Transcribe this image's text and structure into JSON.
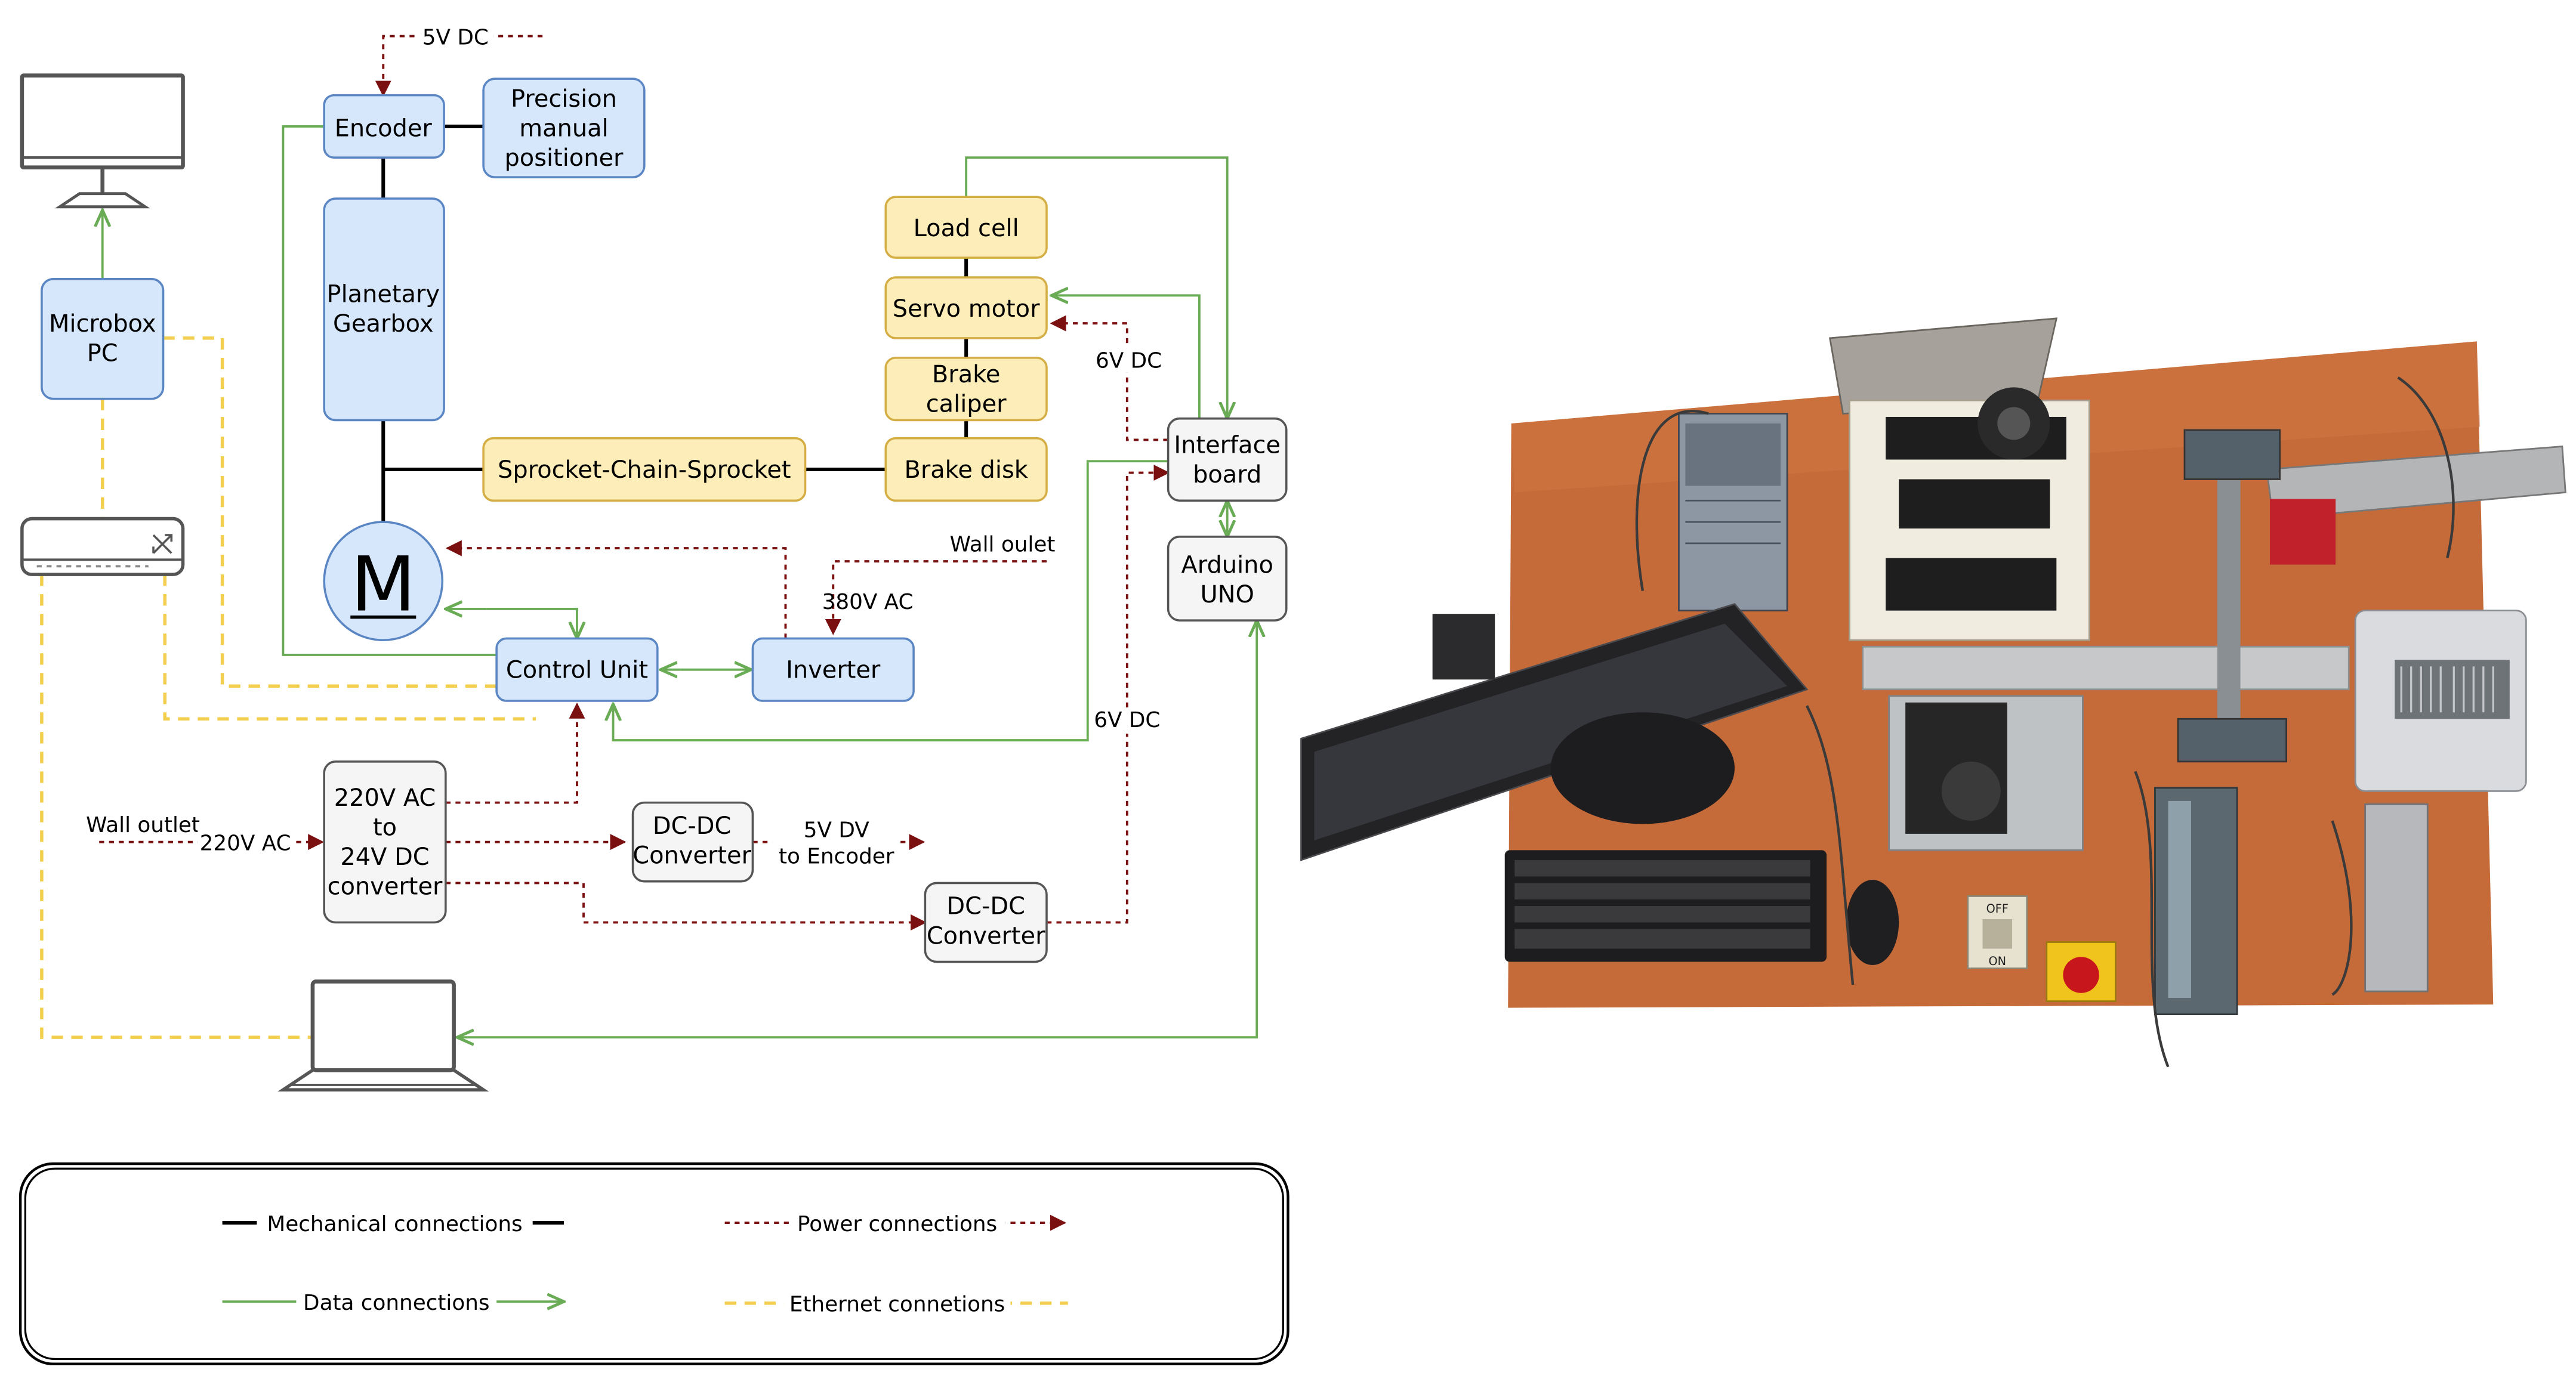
{
  "colors": {
    "blue_fill": "#d6e6fb",
    "blue_stroke": "#5b86c4",
    "yellow_fill": "#fdeeb9",
    "yellow_stroke": "#d4ad45",
    "gray_fill": "#f5f5f5",
    "gray_stroke": "#555555",
    "mech": "#000000",
    "data": "#6aac56",
    "power": "#7a1010",
    "ethernet": "#f3cf4f",
    "motor_fill": "#d6e6fb"
  },
  "blocks": {
    "encoder": "Encoder",
    "positioner": [
      "Precision",
      "manual",
      "positioner"
    ],
    "gearbox": [
      "Planetary",
      "Gearbox"
    ],
    "sprocket": "Sprocket-Chain-Sprocket",
    "motor": "M",
    "control_unit": "Control Unit",
    "inverter": "Inverter",
    "microbox": [
      "Microbox",
      "PC"
    ],
    "converter_220": [
      "220V AC",
      "to",
      "24V DC",
      "converter"
    ],
    "dcdc_1": [
      "DC-DC",
      "Converter"
    ],
    "dcdc_2": [
      "DC-DC",
      "Converter"
    ],
    "load_cell": "Load cell",
    "servo": "Servo motor",
    "brake_caliper": [
      "Brake",
      "caliper"
    ],
    "brake_disk": "Brake disk",
    "interface_board": [
      "Interface",
      "board"
    ],
    "arduino": [
      "Arduino",
      "UNO"
    ]
  },
  "labels": {
    "encoder_power": "5V DC",
    "servo_power": "6V DC",
    "wall_oulet": "Wall oulet",
    "ac380": "380V AC",
    "wall_outlet": "Wall outlet",
    "ac220": "220V AC",
    "dcdc1_out": [
      "5V DV",
      "to Encoder"
    ],
    "dcdc2_out": "6V DC"
  },
  "icons": {
    "monitor": "desktop-monitor-icon",
    "switch": "network-switch-icon",
    "laptop": "laptop-icon"
  },
  "legend": {
    "mechanical": "Mechanical connections",
    "power": "Power connections",
    "data": "Data connections",
    "ethernet": "Ethernet connetions"
  },
  "photo": {
    "switch_off": "OFF",
    "switch_on": "ON"
  }
}
